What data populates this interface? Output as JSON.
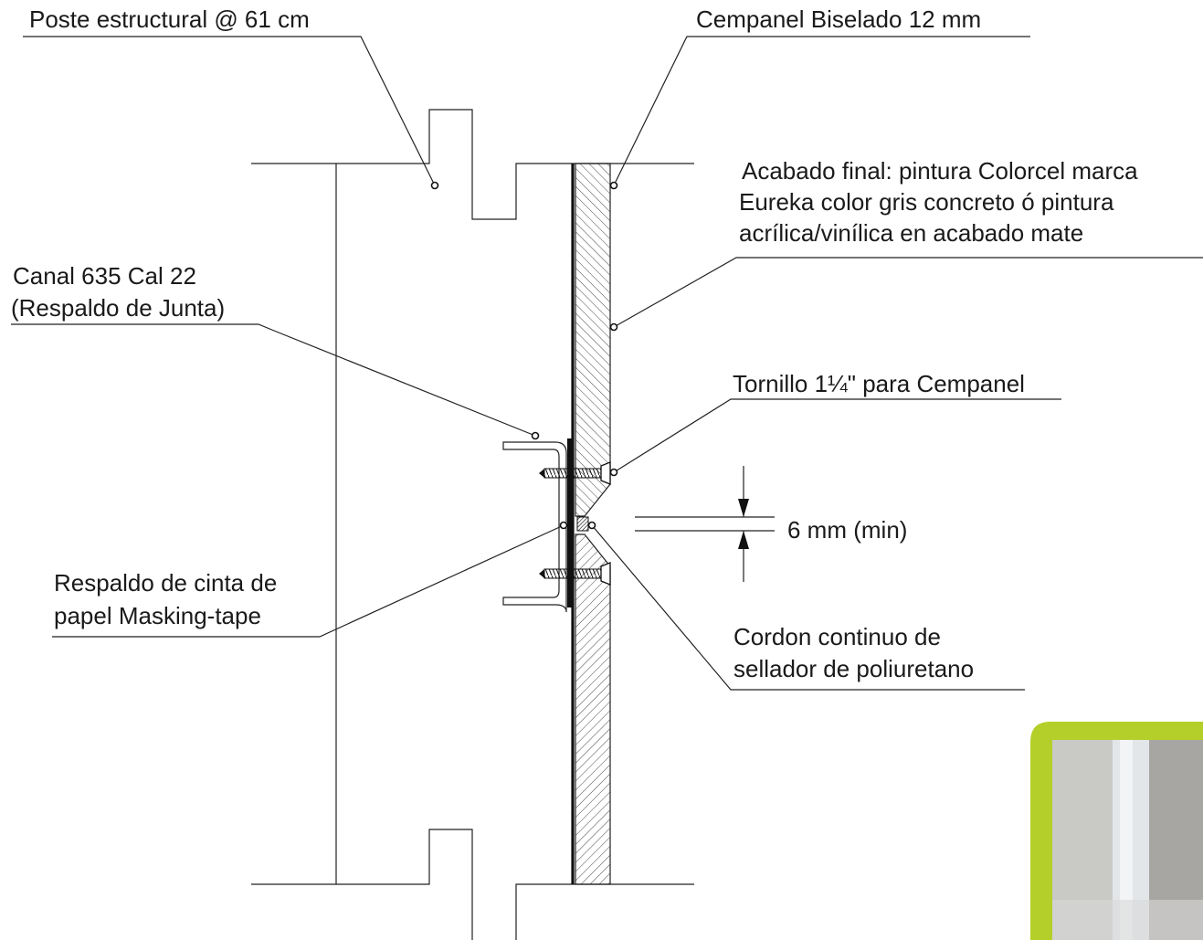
{
  "labels": {
    "poste": "Poste estructural @ 61 cm",
    "cempanel": "Cempanel Biselado 12 mm",
    "acabado": [
      "Acabado final: pintura Colorcel marca",
      "Eureka color gris concreto ó pintura",
      "acrílica/vinílica en acabado mate"
    ],
    "canal": [
      "Canal 635 Cal 22",
      "(Respaldo de Junta)"
    ],
    "tornillo": "Tornillo 1¼\" para Cempanel",
    "dimension": "6 mm (min)",
    "respaldo": [
      "Respaldo de cinta de",
      "papel Masking-tape"
    ],
    "cordon": [
      "Cordon continuo de",
      "sellador de poliuretano"
    ]
  },
  "colors": {
    "line": "#222222",
    "photo_frame": "#b5cf2a",
    "photo_fill": "#c4c3bf",
    "photo_post": "#e2e4e6"
  }
}
